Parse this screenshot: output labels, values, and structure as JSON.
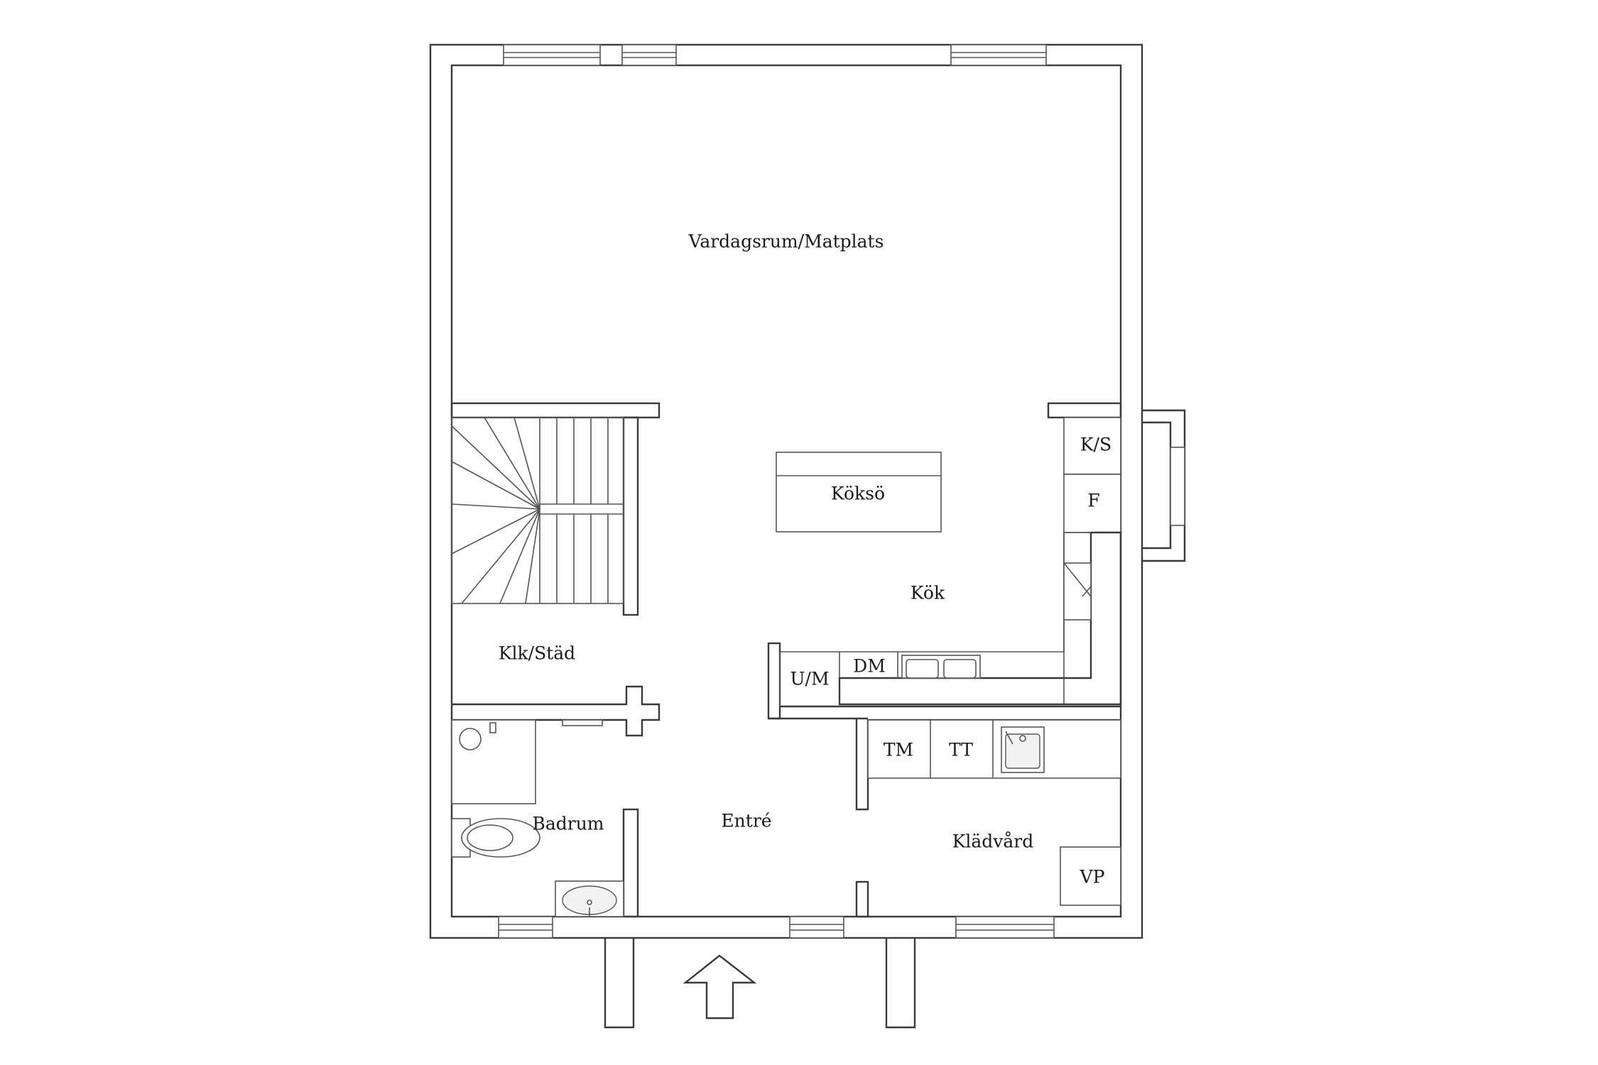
{
  "rooms": {
    "living_dining": "Vardagsrum/Matplats",
    "kitchen": "Kök",
    "kitchen_island": "Köksö",
    "closet_cleaning": "Klk/Städ",
    "bathroom": "Badrum",
    "entrance": "Entré",
    "laundry": "Klädvård"
  },
  "appliances": {
    "fridge_freezer": "K/S",
    "freezer": "F",
    "oven_microwave": "U/M",
    "dishwasher": "DM",
    "washing_machine": "TM",
    "dryer": "TT",
    "water_heater": "VP"
  },
  "icons": [
    "entrance-arrow-icon",
    "stair-icon",
    "toilet-icon",
    "sink-icon",
    "shower-icon",
    "double-sink-icon",
    "laundry-sink-icon",
    "window-icon"
  ],
  "colors": {
    "lines": "#3a3a3a",
    "background": "#ffffff"
  }
}
